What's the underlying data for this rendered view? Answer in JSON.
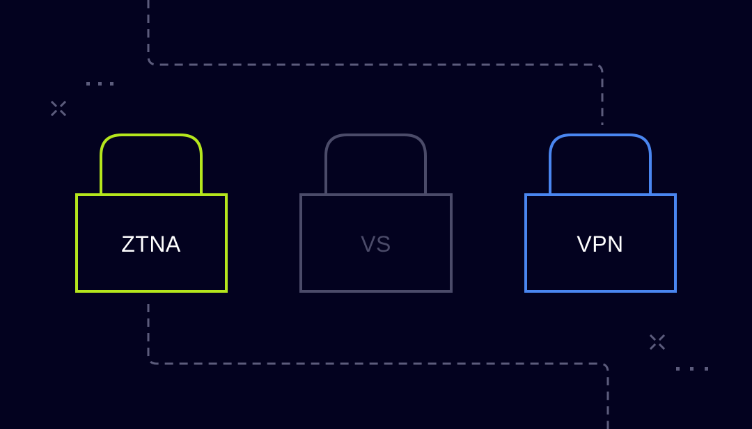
{
  "background_color": "#03021f",
  "decoration_color": "#5c5c7c",
  "locks": [
    {
      "label": "ZTNA",
      "stroke": "#b5e61d",
      "text_color": "#ffffff"
    },
    {
      "label": "VS",
      "stroke": "#4b4b69",
      "text_color": "#4b4b69"
    },
    {
      "label": "VPN",
      "stroke": "#4a86f0",
      "text_color": "#ffffff"
    }
  ]
}
